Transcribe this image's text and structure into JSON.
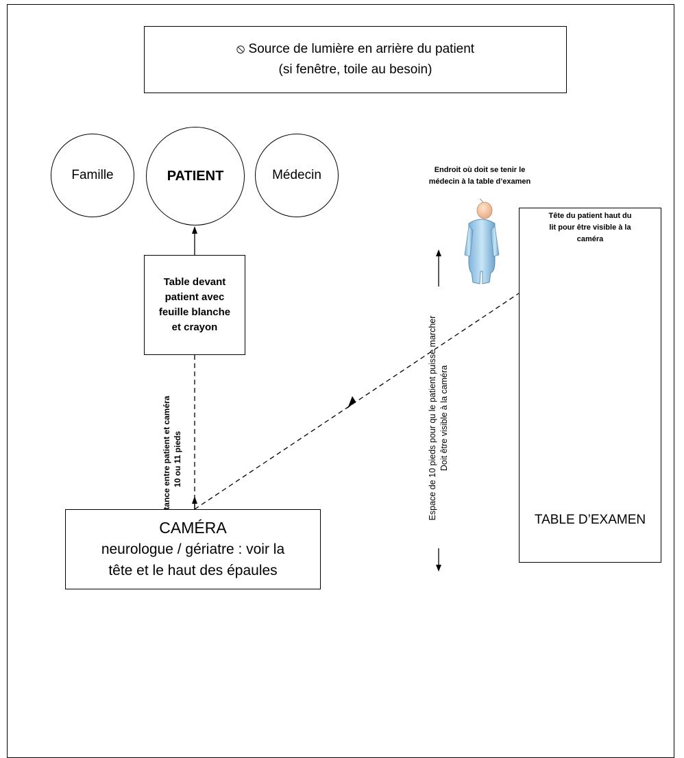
{
  "light_source": {
    "line1": "⦸ Source de lumière en arrière du patient",
    "line2": "(si fenêtre, toile au besoin)"
  },
  "circles": {
    "famille": "Famille",
    "patient": "PATIENT",
    "medecin": "Médecin"
  },
  "patient_table": {
    "line1": "Table devant",
    "line2": "patient avec",
    "line3": "feuille blanche",
    "line4": "et crayon"
  },
  "distance": {
    "line1": "Distance entre patient et caméra",
    "line2": "10 ou 11 pieds"
  },
  "doctor_position": {
    "line1": "Endroit où doit se tenir le",
    "line2": "médecin à la table d’examen"
  },
  "walking_space": {
    "line1": "Espace de 10 pieds pour qu le patient puisse marcher",
    "line2": "Doit être visible à la caméra"
  },
  "exam_table": {
    "caption_line1": "Tête du patient haut du",
    "caption_line2": "lit pour être visible à la",
    "caption_line3": "caméra",
    "label": "TABLE D’EXAMEN"
  },
  "camera": {
    "title": "CAMÉRA",
    "line1": "neurologue / gériatre : voir la",
    "line2": "tête et le haut des épaules"
  }
}
